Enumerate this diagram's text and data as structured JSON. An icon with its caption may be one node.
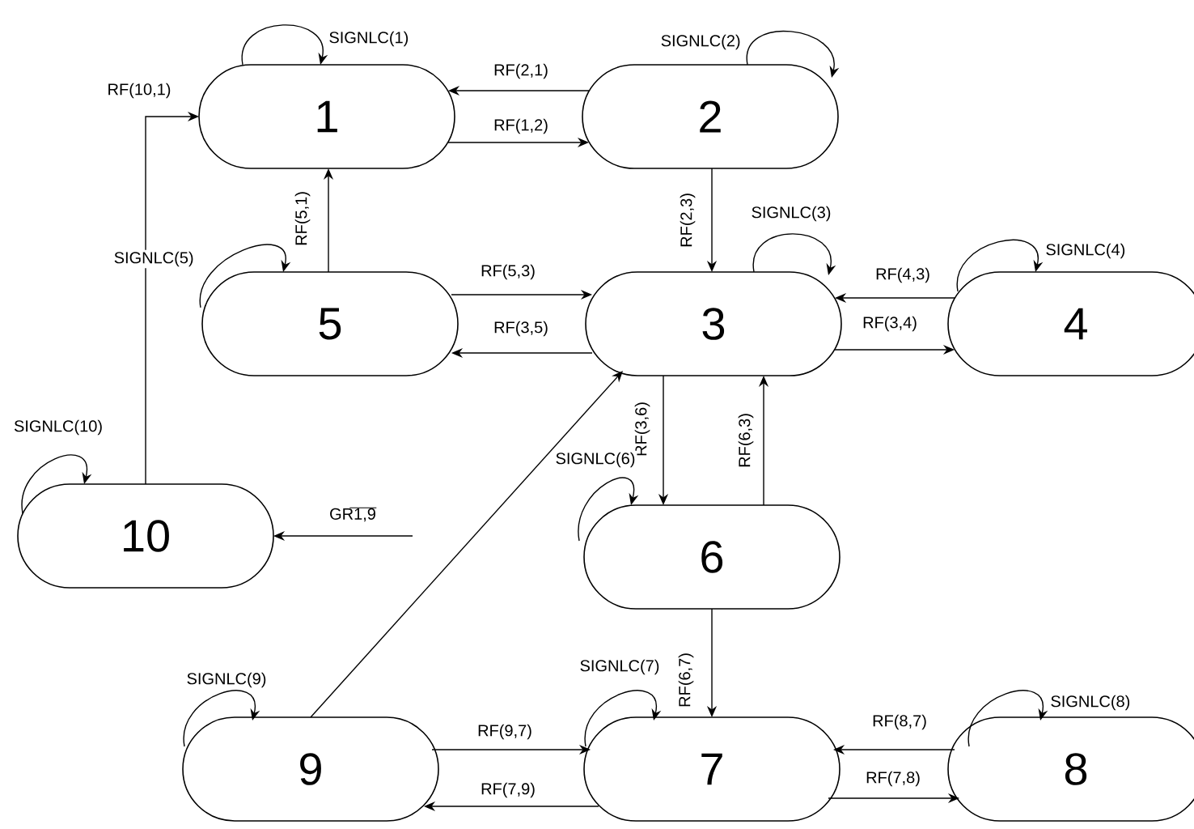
{
  "diagram": {
    "nodes": [
      {
        "text": [
          "1"
        ]
      },
      {
        "text": [
          "2"
        ]
      },
      {
        "text": [
          "3"
        ]
      },
      {
        "text": [
          "4"
        ]
      },
      {
        "text": [
          "5"
        ]
      },
      {
        "text": [
          "6"
        ]
      },
      {
        "text": [
          "7"
        ]
      },
      {
        "text": [
          "8"
        ]
      },
      {
        "text": [
          "9"
        ]
      },
      {
        "text": [
          "10"
        ]
      }
    ],
    "edges": [
      {
        "from": 1,
        "to": 0,
        "arrow": "to",
        "label": "RF(2,1)"
      },
      {
        "from": 0,
        "to": 1,
        "arrow": "to",
        "label": "RF(1,2)"
      },
      {
        "from": 9,
        "to": 0,
        "arrow": "to",
        "label": "RF(10,1)"
      },
      {
        "from": 4,
        "to": 0,
        "arrow": "to",
        "label": "RF(5,1)"
      },
      {
        "from": 1,
        "to": 2,
        "arrow": "to",
        "label": "RF(2,3)"
      },
      {
        "from": 4,
        "to": 2,
        "arrow": "to",
        "label": "RF(5,3)"
      },
      {
        "from": 2,
        "to": 4,
        "arrow": "to",
        "label": "RF(3,5)"
      },
      {
        "from": 3,
        "to": 2,
        "arrow": "to",
        "label": "RF(4,3)"
      },
      {
        "from": 2,
        "to": 3,
        "arrow": "to",
        "label": "RF(3,4)"
      },
      {
        "from": 2,
        "to": 5,
        "arrow": "to",
        "label": "RF(3,6)"
      },
      {
        "from": 5,
        "to": 2,
        "arrow": "to",
        "label": "RF(6,3)"
      },
      {
        "from": 8,
        "to": 2,
        "arrow": "to"
      },
      {
        "from": null,
        "to": 9,
        "arrow": "to",
        "label": "GR1,9"
      },
      {
        "from": 5,
        "to": 6,
        "arrow": "to",
        "label": "RF(6,7)"
      },
      {
        "from": 8,
        "to": 6,
        "arrow": "to",
        "label": "RF(9,7)"
      },
      {
        "from": 6,
        "to": 8,
        "arrow": "to",
        "label": "RF(7,9)"
      },
      {
        "from": 7,
        "to": 6,
        "arrow": "to",
        "label": "RF(8,7)"
      },
      {
        "from": 6,
        "to": 7,
        "arrow": "to",
        "label": "RF(7,8)"
      },
      {
        "from": 0,
        "to": 0,
        "arrow": "to",
        "label": "SIGNLC(1)"
      },
      {
        "from": 1,
        "to": 1,
        "arrow": "to",
        "label": "SIGNLC(2)"
      },
      {
        "from": 2,
        "to": 2,
        "arrow": "to",
        "label": "SIGNLC(3)"
      },
      {
        "from": 3,
        "to": 3,
        "arrow": "to",
        "label": "SIGNLC(4)"
      },
      {
        "from": 4,
        "to": 4,
        "arrow": "to",
        "label": "SIGNLC(5)"
      },
      {
        "from": 5,
        "to": 5,
        "arrow": "to",
        "label": "SIGNLC(6)"
      },
      {
        "from": 6,
        "to": 6,
        "arrow": "to",
        "label": "SIGNLC(7)"
      },
      {
        "from": 7,
        "to": 7,
        "arrow": "to",
        "label": "SIGNLC(8)"
      },
      {
        "from": 8,
        "to": 8,
        "arrow": "to",
        "label": "SIGNLC(9)"
      },
      {
        "from": 9,
        "to": 9,
        "arrow": "to",
        "label": "SIGNLC(10)"
      }
    ]
  }
}
